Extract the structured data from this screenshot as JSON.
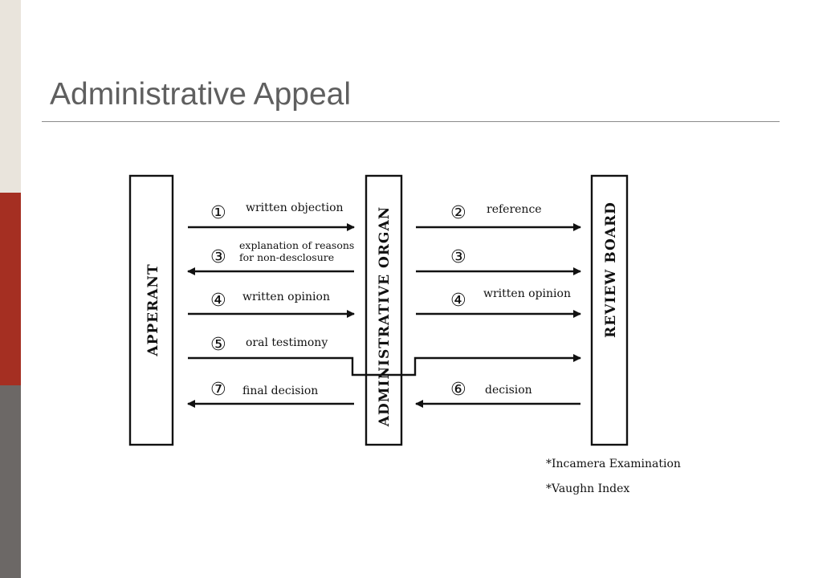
{
  "slide": {
    "title": "Administrative Appeal",
    "colors": {
      "strip_top": "#e9e4dc",
      "strip_mid": "#a52f22",
      "strip_bot": "#6c6866",
      "title": "#5f5f5f"
    }
  },
  "diagram": {
    "entities": {
      "left": "APPERANT",
      "middle": "ADMINISTRATIVE ORGAN",
      "right": "REVIEW BOARD"
    },
    "steps": {
      "s1": {
        "num": "①",
        "label": "written objection"
      },
      "s2": {
        "num": "②",
        "label": "reference"
      },
      "s3l": {
        "num": "③",
        "label_line1": "explanation of reasons",
        "label_line2": "for non-desclosure"
      },
      "s3r": {
        "num": "③"
      },
      "s4l": {
        "num": "④",
        "label": "written opinion"
      },
      "s4r": {
        "num": "④",
        "label": "written opinion"
      },
      "s5": {
        "num": "⑤",
        "label": "oral testimony"
      },
      "s7": {
        "num": "⑦",
        "label": "final decision"
      },
      "s6": {
        "num": "⑥",
        "label": "decision"
      }
    },
    "notes": [
      "*Incamera Examination",
      "*Vaughn Index"
    ]
  }
}
